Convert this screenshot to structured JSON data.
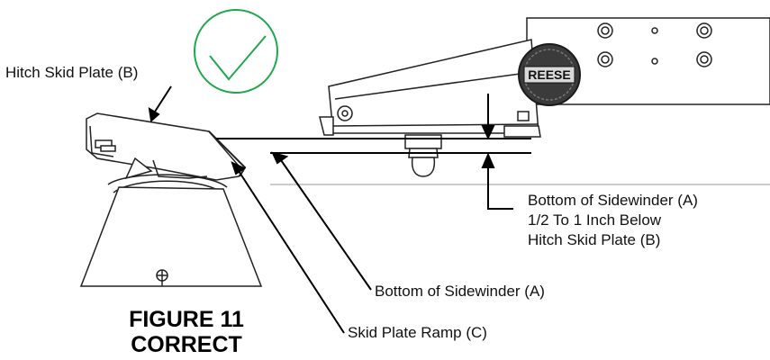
{
  "labels": {
    "hitch_skid_plate": "Hitch Skid Plate (B)",
    "bottom_sidewinder_detail": [
      "Bottom of Sidewinder (A)",
      "1/2 To 1 Inch Below",
      "Hitch Skid Plate (B)"
    ],
    "bottom_sidewinder": "Bottom of Sidewinder (A)",
    "skid_plate_ramp": "Skid Plate Ramp (C)"
  },
  "figure": {
    "number": "FIGURE 11",
    "status": "CORRECT"
  },
  "brand": {
    "badge_text": "REESE"
  },
  "colors": {
    "check": "#1fa84a",
    "line": "#000000",
    "ink": "#111111"
  }
}
